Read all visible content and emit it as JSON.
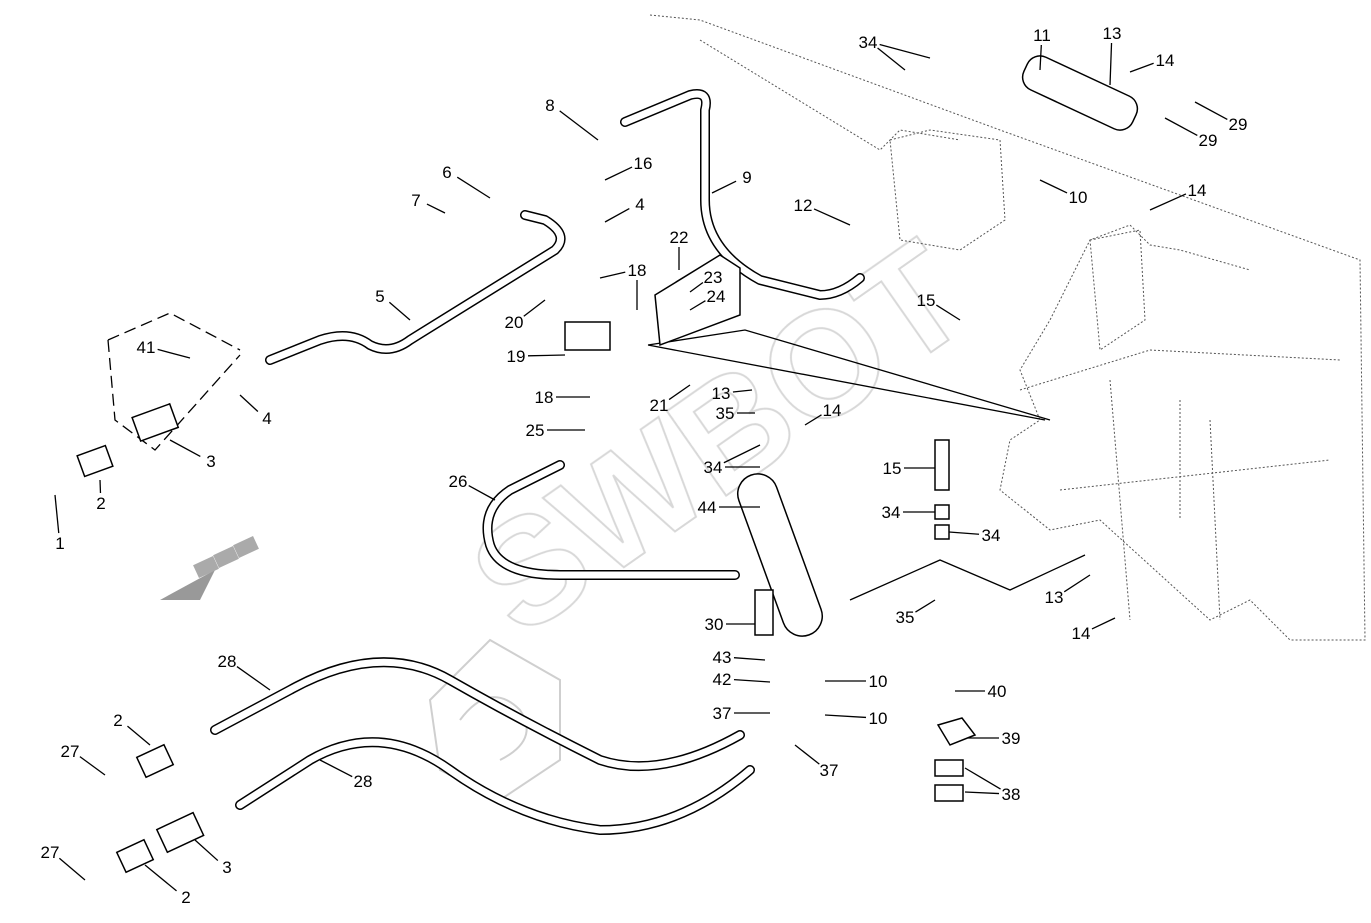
{
  "diagram": {
    "watermark": "SWBOT",
    "callouts": [
      "34",
      "11",
      "13",
      "14",
      "29",
      "29",
      "8",
      "16",
      "6",
      "7",
      "9",
      "12",
      "10",
      "14",
      "4",
      "22",
      "5",
      "23",
      "18",
      "24",
      "15",
      "20",
      "41",
      "19",
      "4",
      "18",
      "21",
      "13",
      "35",
      "14",
      "25",
      "3",
      "34",
      "15",
      "1",
      "2",
      "26",
      "44",
      "34",
      "34",
      "13",
      "35",
      "14",
      "30",
      "28",
      "43",
      "42",
      "10",
      "40",
      "2",
      "37",
      "10",
      "39",
      "27",
      "37",
      "28",
      "38",
      "27",
      "3",
      "2"
    ]
  }
}
